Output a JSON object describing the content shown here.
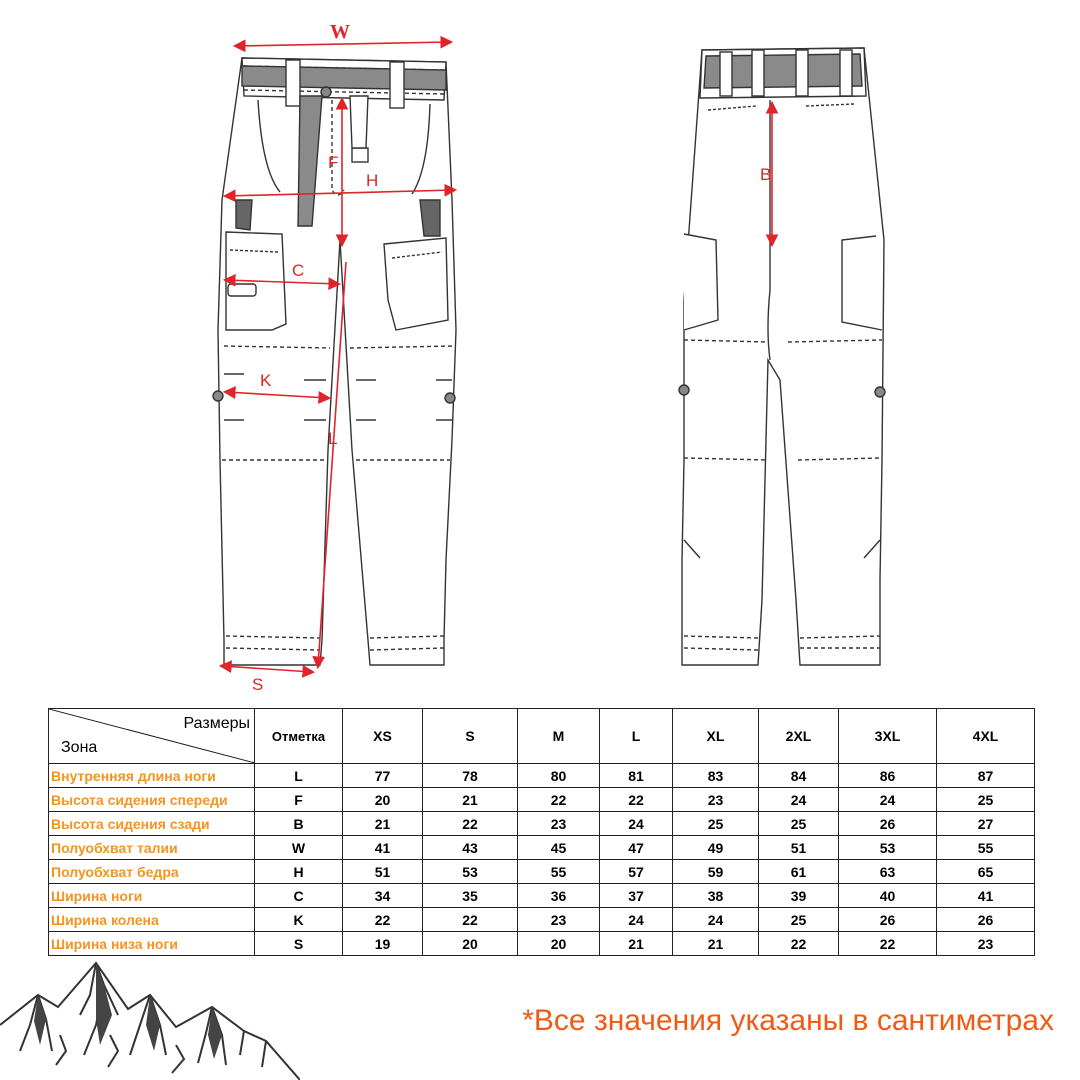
{
  "diagram": {
    "front_labels": [
      "W",
      "F",
      "H",
      "C",
      "K",
      "L",
      "S"
    ],
    "back_labels": [
      "B"
    ]
  },
  "table": {
    "header_sizes_label": "Размеры",
    "header_zone_label": "Зона",
    "header_mark": "Отметка",
    "sizes": [
      "XS",
      "S",
      "M",
      "L",
      "XL",
      "2XL",
      "3XL",
      "4XL"
    ],
    "rows": [
      {
        "zone": "Внутренняя длина ноги",
        "mark": "L",
        "values": [
          "77",
          "78",
          "80",
          "81",
          "83",
          "84",
          "86",
          "87"
        ]
      },
      {
        "zone": "Высота сидения спереди",
        "mark": "F",
        "values": [
          "20",
          "21",
          "22",
          "22",
          "23",
          "24",
          "24",
          "25"
        ]
      },
      {
        "zone": "Высота сидения сзади",
        "mark": "B",
        "values": [
          "21",
          "22",
          "23",
          "24",
          "25",
          "25",
          "26",
          "27"
        ]
      },
      {
        "zone": "Полуобхват талии",
        "mark": "W",
        "values": [
          "41",
          "43",
          "45",
          "47",
          "49",
          "51",
          "53",
          "55"
        ]
      },
      {
        "zone": "Полуобхват бедра",
        "mark": "H",
        "values": [
          "51",
          "53",
          "55",
          "57",
          "59",
          "61",
          "63",
          "65"
        ]
      },
      {
        "zone": "Ширина ноги",
        "mark": "C",
        "values": [
          "34",
          "35",
          "36",
          "37",
          "38",
          "39",
          "40",
          "41"
        ]
      },
      {
        "zone": "Ширина колена",
        "mark": "K",
        "values": [
          "22",
          "22",
          "23",
          "24",
          "24",
          "25",
          "26",
          "26"
        ]
      },
      {
        "zone": "Ширина низа ноги",
        "mark": "S",
        "values": [
          "19",
          "20",
          "20",
          "21",
          "21",
          "22",
          "22",
          "23"
        ]
      }
    ]
  },
  "footnote": "*Все значения указаны в сантиметрах",
  "colors": {
    "zone_text": "#f7931e",
    "footnote": "#f05a14",
    "measure_lines": "#e0242b",
    "belt": "#8a8a8a"
  }
}
